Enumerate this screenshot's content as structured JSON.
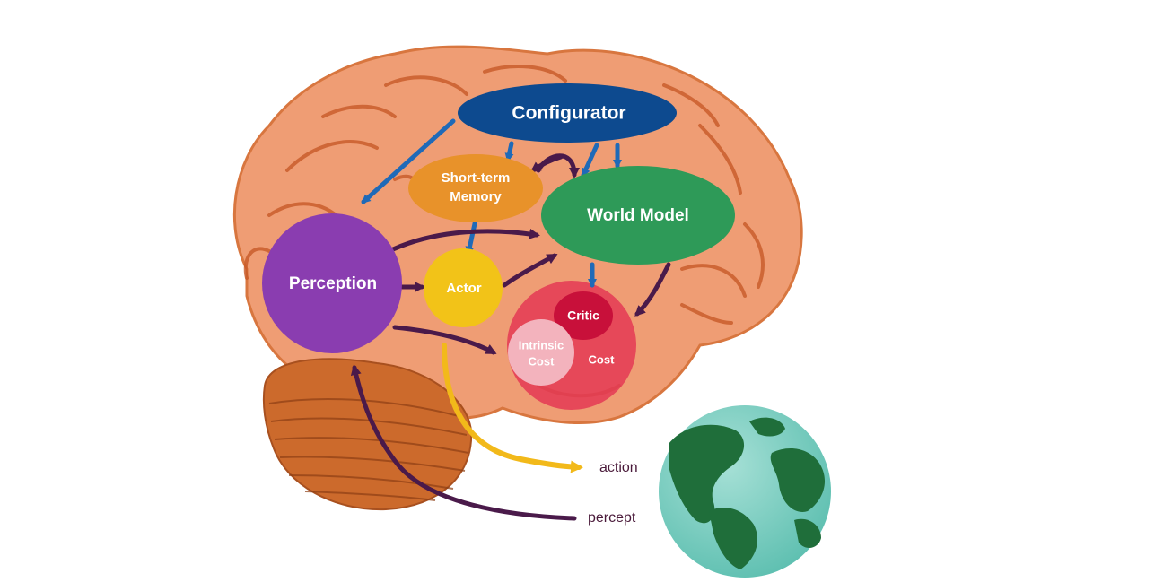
{
  "diagram": {
    "nodes": {
      "configurator": {
        "label": "Configurator",
        "color": "#0d4a8f"
      },
      "short_term_memory": {
        "line1": "Short-term",
        "line2": "Memory",
        "color": "#e8922a"
      },
      "world_model": {
        "label": "World Model",
        "color": "#2e9a58"
      },
      "perception": {
        "label": "Perception",
        "color": "#8a3db0"
      },
      "actor": {
        "label": "Actor",
        "color": "#f2c318"
      },
      "critic": {
        "label": "Critic",
        "color": "#c8103a"
      },
      "intrinsic_cost": {
        "line1": "Intrinsic",
        "line2": "Cost",
        "color": "#f3b3bd"
      },
      "cost": {
        "label": "Cost",
        "color": "#e43a55"
      }
    },
    "labels": {
      "action": "action",
      "percept": "percept"
    },
    "colors": {
      "brain": "#ef9d74",
      "brain_fold": "#c85a28",
      "cerebellum": "#cc6a2c",
      "arrow_blue": "#1f6ab8",
      "arrow_purple": "#4a1a4a",
      "arrow_yellow": "#f2b91a",
      "globe_ocean": "#7fd0c3",
      "globe_land": "#1f6e3a"
    }
  }
}
